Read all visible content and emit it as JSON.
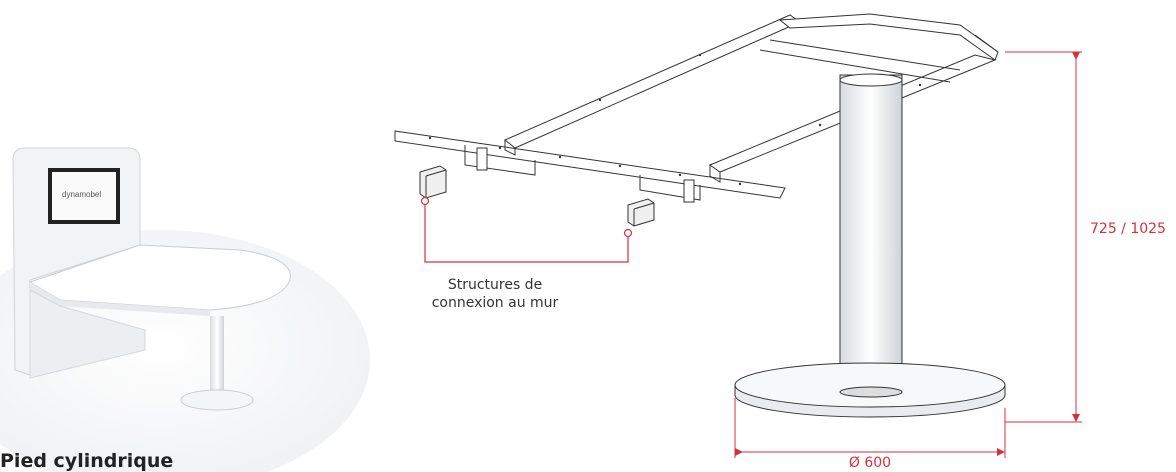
{
  "caption": "Pied cylindrique",
  "callout": {
    "line1": "Structures de",
    "line2": "connexion au mur"
  },
  "dimensions": {
    "height": "725 / 1025",
    "diameter": "Ø 600"
  },
  "logo": {
    "text": "dynamobel"
  },
  "colors": {
    "accent": "#d6303c",
    "line": "#333333"
  }
}
